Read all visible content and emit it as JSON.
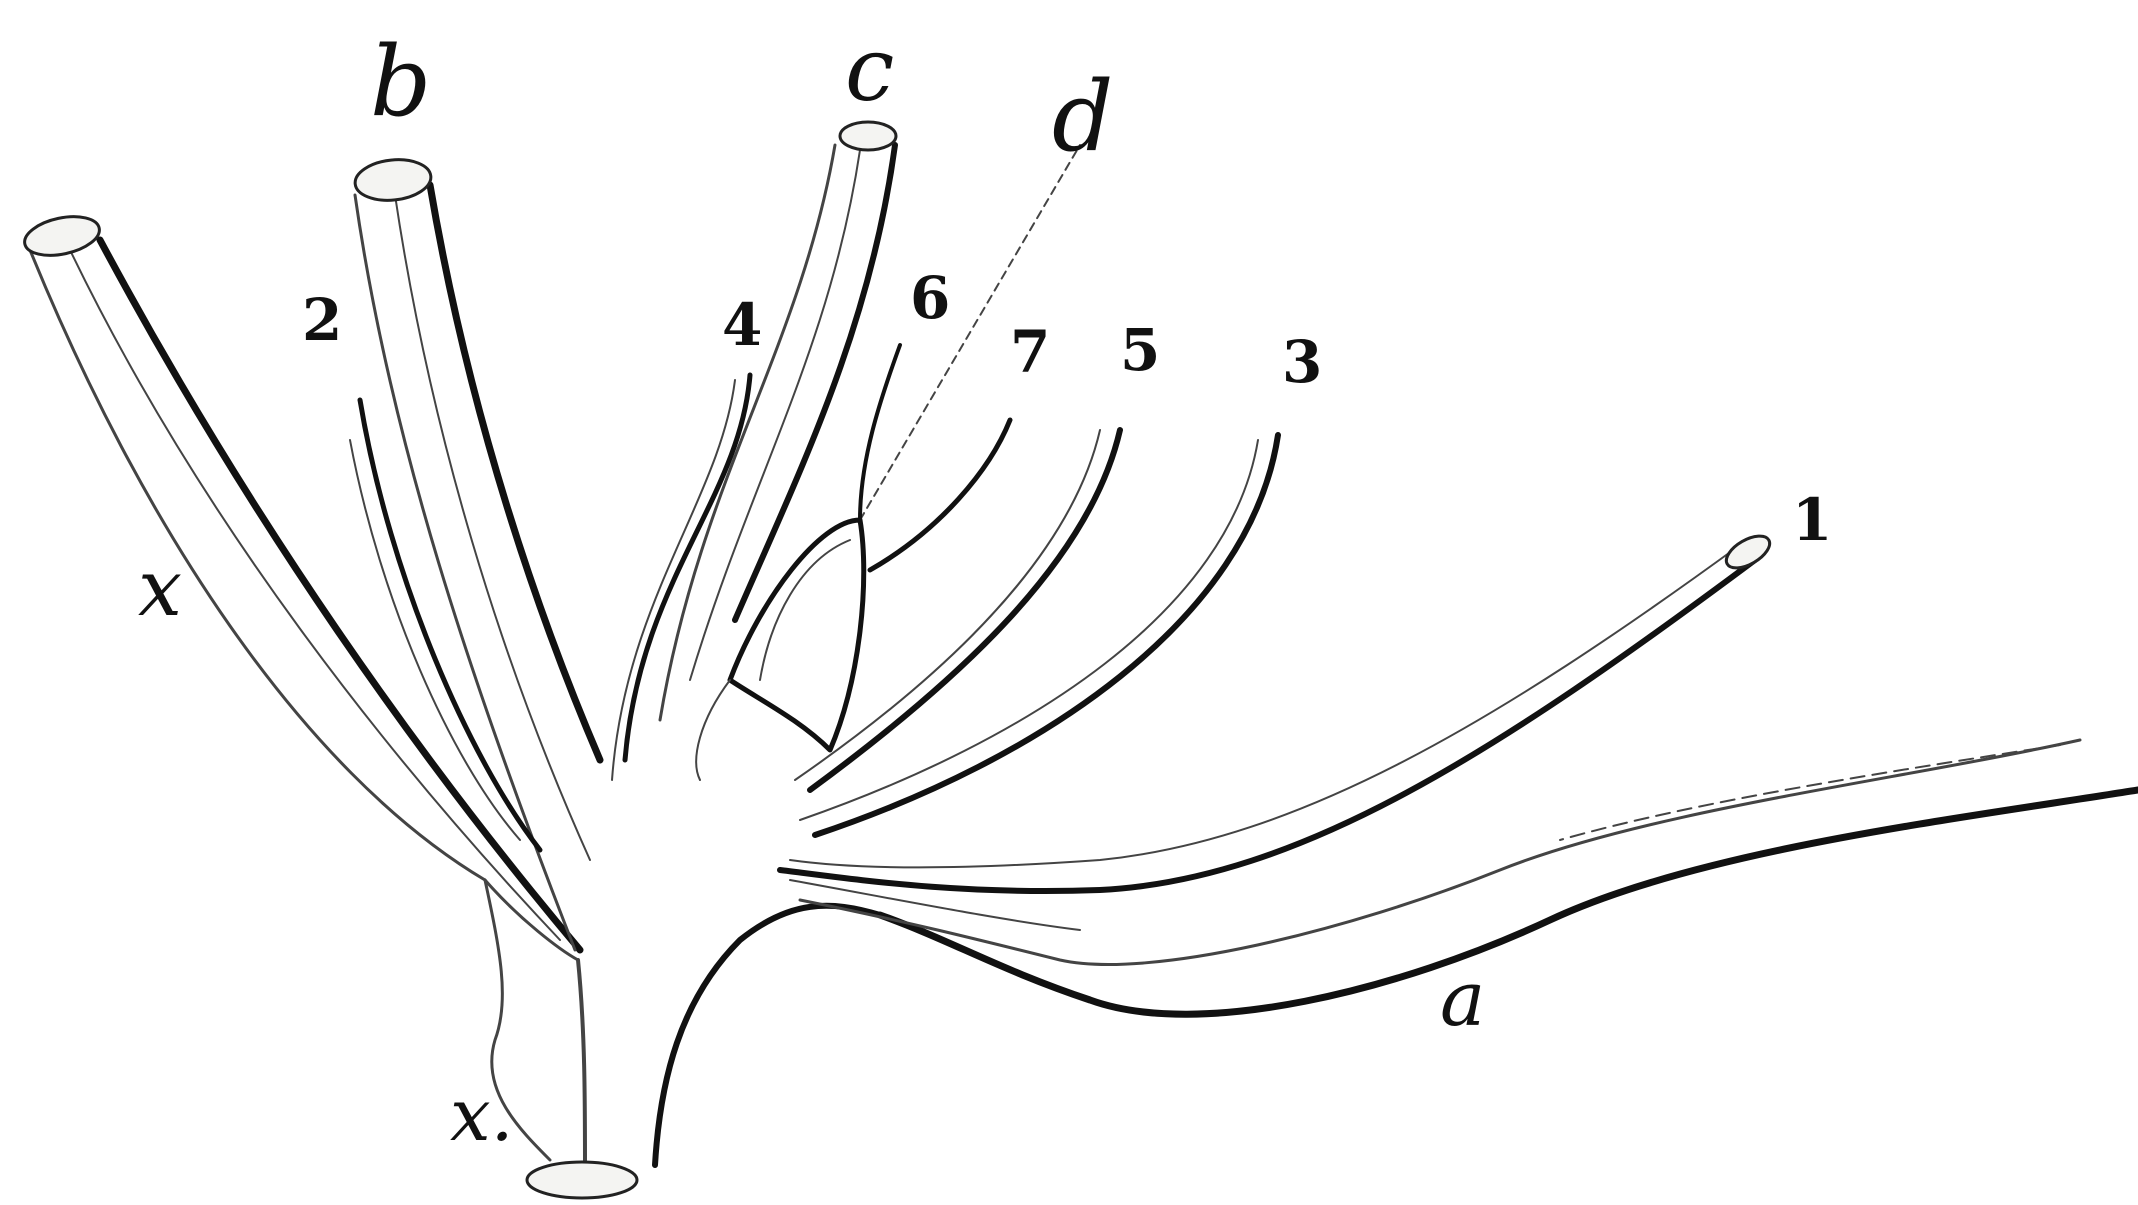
{
  "figure": {
    "labels": {
      "a": "a",
      "b": "b",
      "c": "c",
      "d": "d",
      "x_upper": "x",
      "x_lower": "x."
    },
    "numbers": {
      "n1": "1",
      "n2": "2",
      "n3": "3",
      "n4": "4",
      "n5": "5",
      "n6": "6",
      "n7": "7"
    }
  }
}
